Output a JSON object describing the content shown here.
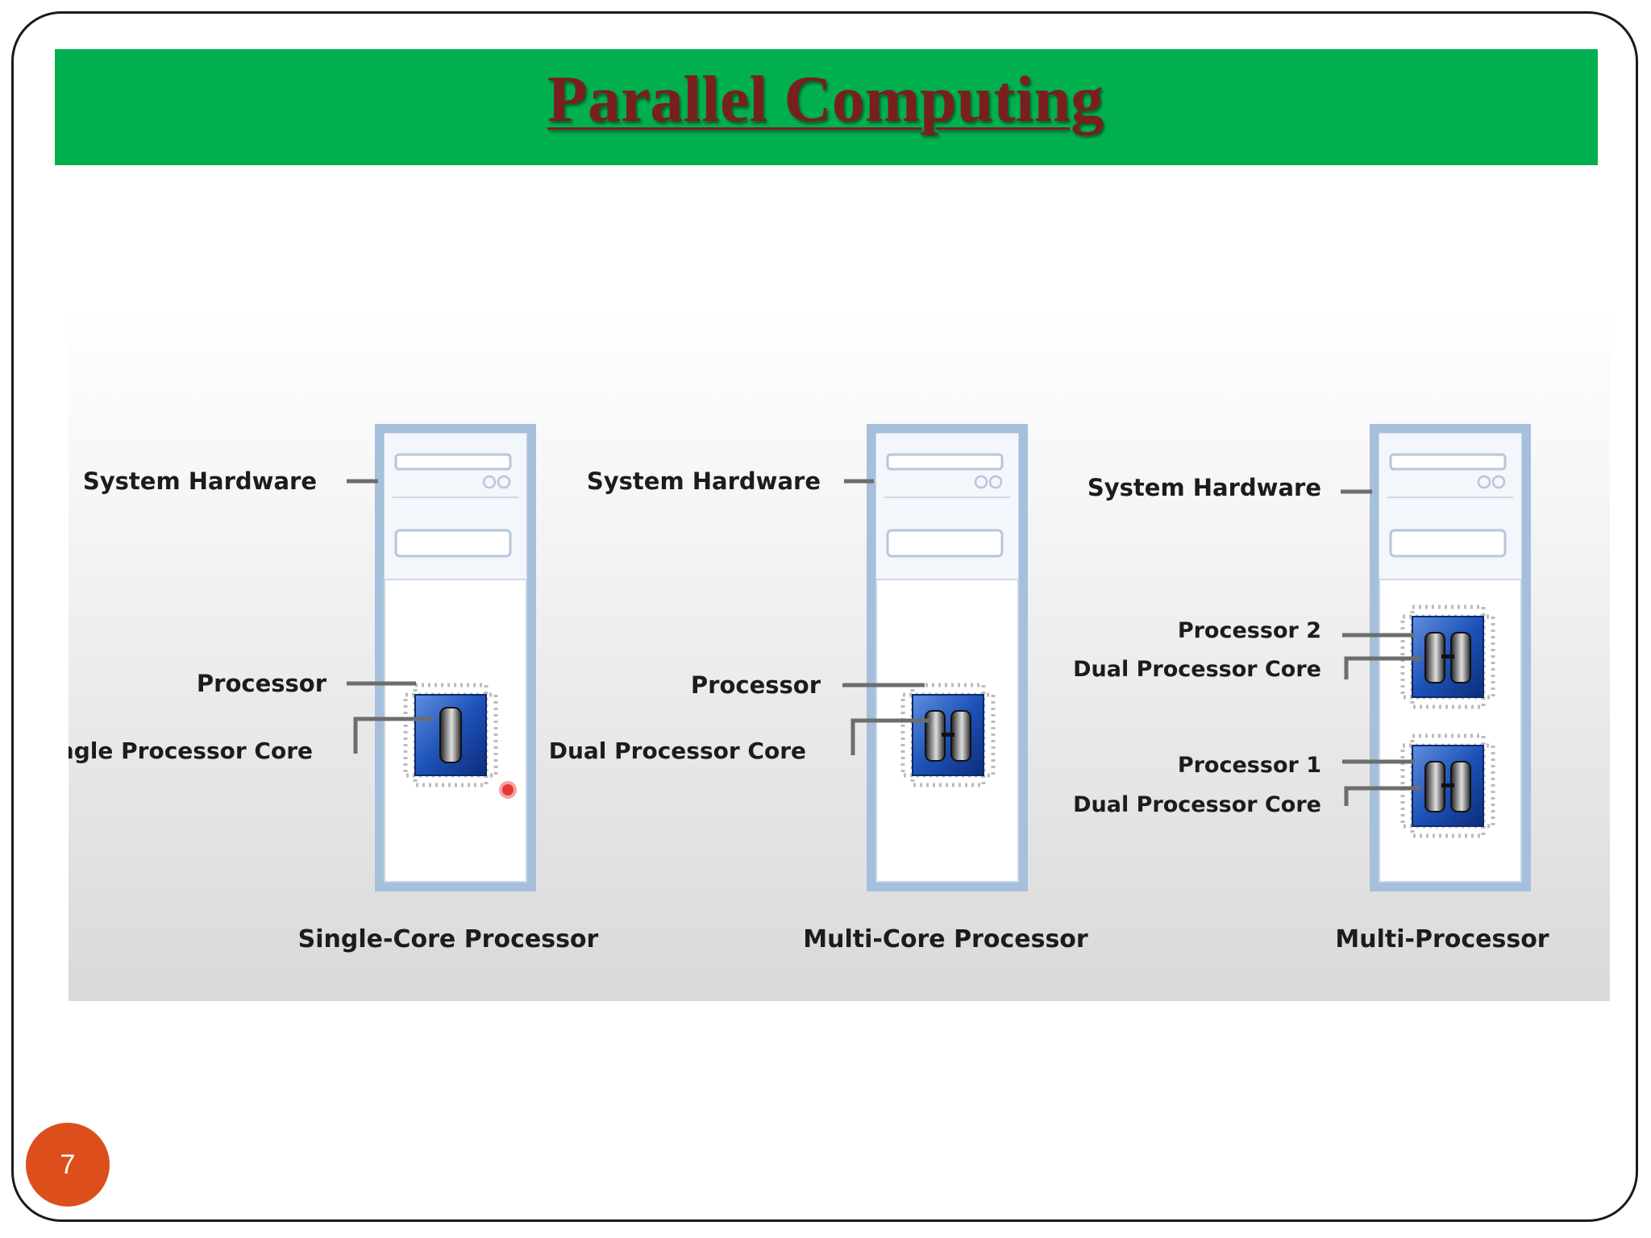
{
  "slide": {
    "title": "Parallel Computing",
    "page_number": "7"
  },
  "colors": {
    "title_bar": "#00b04f",
    "title_text": "#7a1f1f",
    "tower_frame": "#a5bfdc",
    "chip_blue": "#1d52b8",
    "slide_number_badge": "#dc4e1c"
  },
  "diagram": {
    "single": {
      "system_hardware": "System Hardware",
      "processor": "Processor",
      "core": "Single Processor Core",
      "caption": "Single-Core Processor"
    },
    "multicore": {
      "system_hardware": "System Hardware",
      "processor": "Processor",
      "core": "Dual Processor Core",
      "caption": "Multi-Core Processor"
    },
    "multiproc": {
      "system_hardware": "System Hardware",
      "processor_2": "Processor 2",
      "core_2": "Dual Processor Core",
      "processor_1": "Processor 1",
      "core_1": "Dual Processor Core",
      "caption": "Multi-Processor"
    }
  }
}
